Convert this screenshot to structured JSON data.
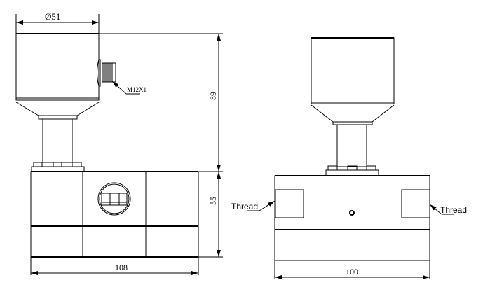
{
  "left_view": {
    "diameter_label": "Ø51",
    "height_upper_label": "89",
    "height_body_label": "55",
    "width_label": "108",
    "connector_label": "M12X1"
  },
  "right_view": {
    "width_label": "100",
    "thread_left_label": "Thread",
    "thread_right_label": "Thread"
  }
}
